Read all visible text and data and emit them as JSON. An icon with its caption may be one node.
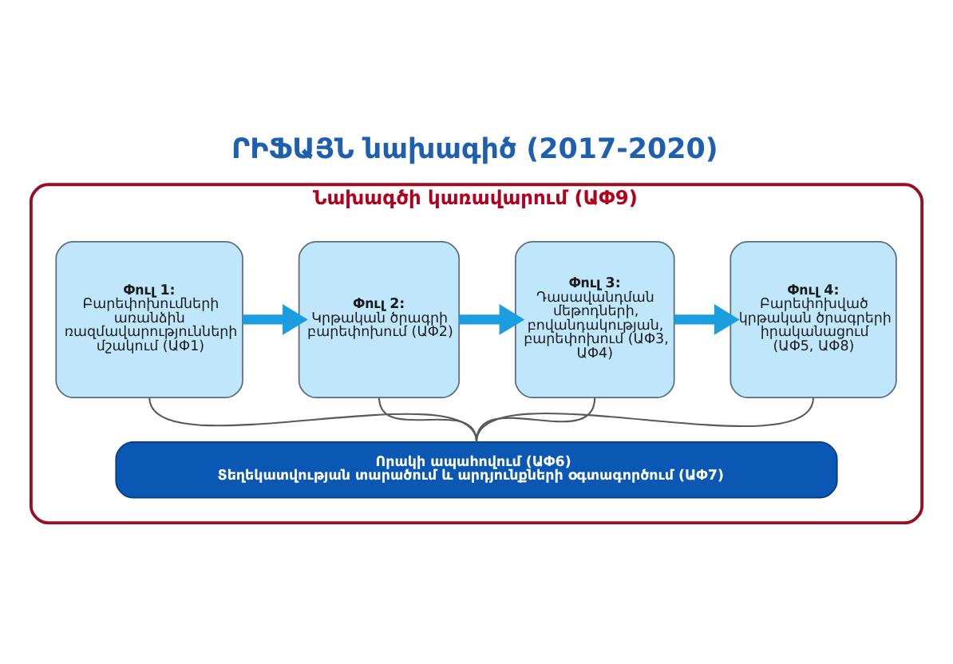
{
  "diagram": {
    "title": "ՐԻՖԱՅՆ նախագիծ (2017-2020)",
    "nodes": [
      {
        "text": [
          "Նախագծի կառավարում (ԱՓ9)"
        ]
      },
      {
        "text": [
          "Փուլ 1:",
          "Բարեփոխումների առանձին ռազմավարությունների մշակում (ԱՓ1)"
        ],
        "in": 0
      },
      {
        "text": [
          "Փուլ 2:",
          "Կրթական ծրագրի բարեփոխում (ԱՓ2)"
        ],
        "in": 0
      },
      {
        "text": [
          "Փուլ 3:",
          "Դասավանդման մեթոդների, բովանդակության, բարեփոխում (ԱՓ3, ԱՓ4)"
        ],
        "in": 0
      },
      {
        "text": [
          "Փուլ 4:",
          "Բարեփոխված կրթական ծրագրերի իրականացում (ԱՓ5, ԱՓ8)"
        ],
        "in": 0
      },
      {
        "text": [
          "Որակի ապահովում (ԱՓ6)",
          "Տեղեկատվության տարածում և արդյունքների օգտագործում (ԱՓ7)"
        ],
        "in": 0
      }
    ],
    "edges": [
      {
        "from": 1,
        "to": 2,
        "arrow": "to",
        "style": "thick",
        "color": "#1b9ee0"
      },
      {
        "from": 2,
        "to": 3,
        "arrow": "to",
        "style": "thick",
        "color": "#1b9ee0"
      },
      {
        "from": 3,
        "to": 4,
        "arrow": "to",
        "style": "thick",
        "color": "#1b9ee0"
      },
      {
        "from": 1,
        "to": 5,
        "arrow": "none"
      },
      {
        "from": 2,
        "to": 5,
        "arrow": "none"
      },
      {
        "from": 3,
        "to": 5,
        "arrow": "none"
      },
      {
        "from": 4,
        "to": 5,
        "arrow": "none"
      }
    ]
  }
}
